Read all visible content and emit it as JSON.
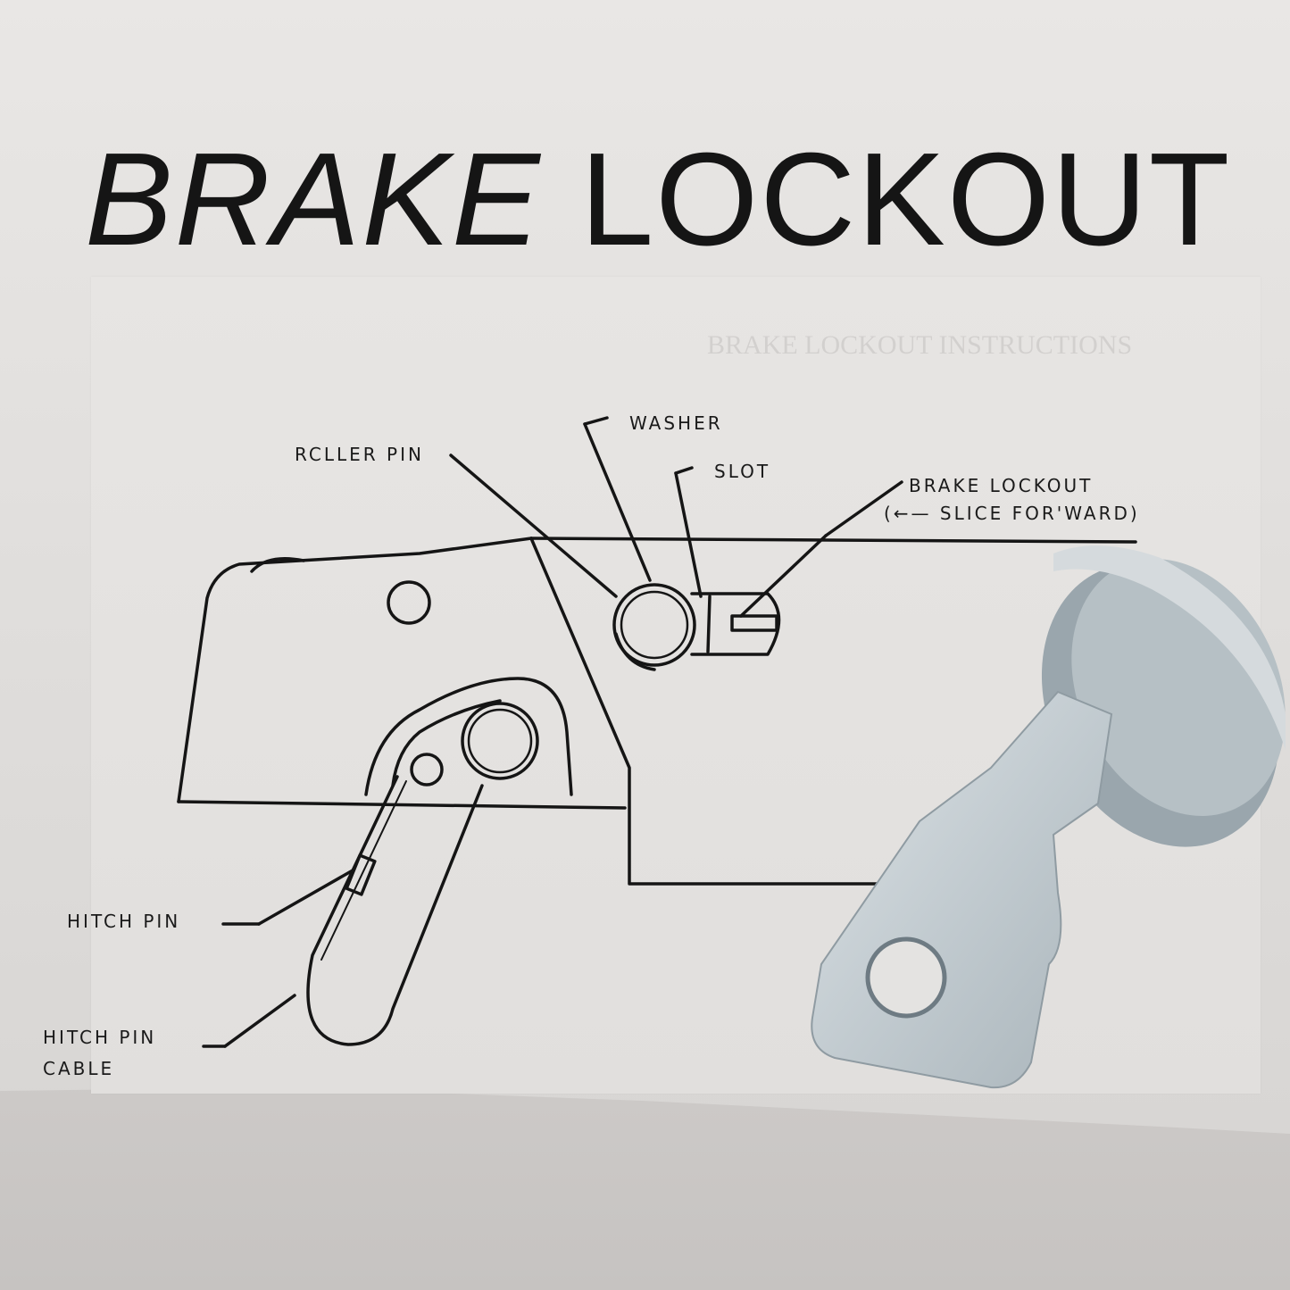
{
  "heading": {
    "word1": "BRAKE",
    "word2": "LOCKOUT"
  },
  "diagram": {
    "labels": {
      "washer": "WASHER",
      "roller_pin": "RCLLER PIN",
      "slot": "SLOT",
      "brake_lockout": "BRAKE LOCKOUT",
      "slide_forward": "(←— SLICE FOR'WARD)",
      "hitch_pin": "HITCH PIN",
      "hitch_pin_cable_1": "HITCH PIN",
      "hitch_pin_cable_2": "CABLE"
    }
  },
  "background_text": {
    "faint_heading": "BRAKE LOCKOUT INSTRUCTIONS"
  },
  "object": {
    "name": "brake-lockout-part",
    "color": "#b9c2c8",
    "shadow_color": "#8e9aa2"
  },
  "colors": {
    "ink": "#151515",
    "paper": "#e6e4e2",
    "table": "#c8c5c3"
  }
}
